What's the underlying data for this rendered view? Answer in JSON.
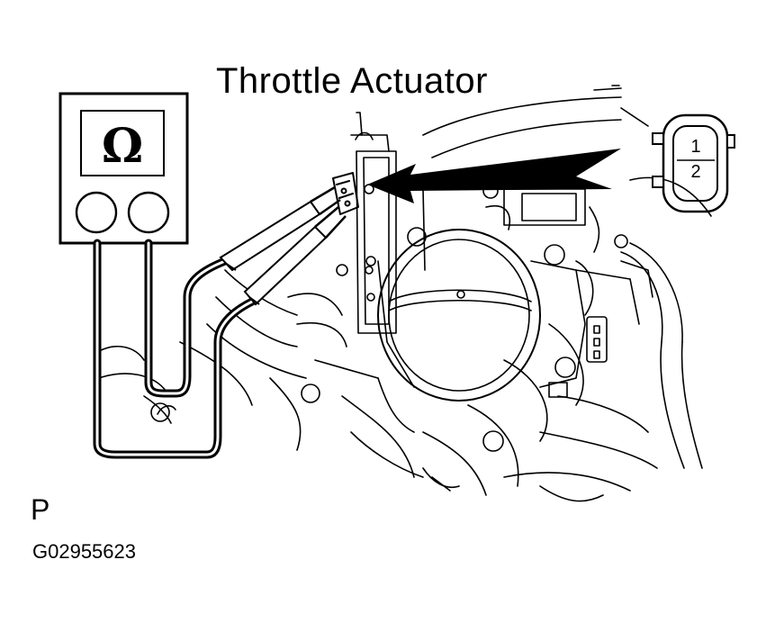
{
  "diagram": {
    "title": "Throttle Actuator",
    "meter_symbol": "Ω",
    "connector_pins": [
      "1",
      "2"
    ],
    "corner_mark": "P",
    "figure_id": "G02955623"
  },
  "colors": {
    "ink": "#000000",
    "paper": "#ffffff"
  },
  "icons": {
    "meter": "ohmmeter-icon",
    "connector": "two-pin-connector-icon",
    "arrow": "pointer-arrow-icon"
  }
}
